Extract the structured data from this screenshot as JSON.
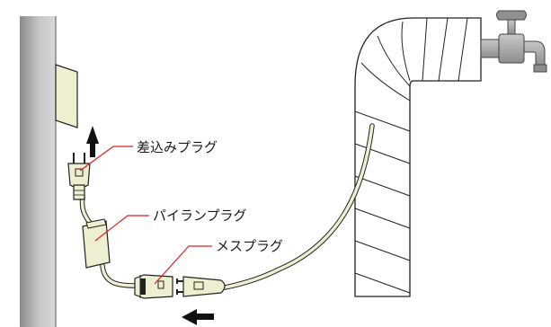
{
  "labels": {
    "sashikomi_plug": "差込みプラグ",
    "pairan_plug": "パイランプラグ",
    "mesu_plug": "メスプラグ"
  },
  "colors": {
    "cable": "#eeeed0",
    "outline": "#222222",
    "callout_line": "#e02020",
    "wall_gradient_light": "#d4d4d4",
    "wall_gradient_dark": "#8a8a8a",
    "faucet": "#a8a8a8",
    "arrow": "#111111"
  },
  "icons": {
    "up_arrow": "up-arrow-icon",
    "left_arrow": "left-arrow-icon",
    "faucet": "faucet-icon"
  }
}
